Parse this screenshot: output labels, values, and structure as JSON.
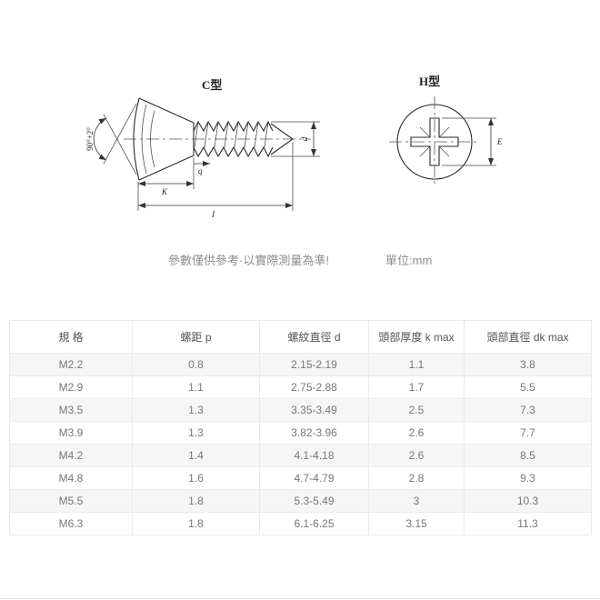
{
  "note": {
    "text": "參數僅供參考·以實際測量為準!",
    "unit": "單位:mm"
  },
  "drawing": {
    "c_type_label": "C型",
    "h_type_label": "H型",
    "angle_label": "90°+2°",
    "k_label": "K",
    "q_label": "q",
    "l_label": "l",
    "d_label": "d",
    "e_label": "E"
  },
  "table": {
    "headers": [
      "規 格",
      "螺距 p",
      "螺紋直徑 d",
      "頭部厚度 k max",
      "頭部直徑 dk max"
    ],
    "rows": [
      [
        "M2.2",
        "0.8",
        "2.15-2.19",
        "1.1",
        "3.8"
      ],
      [
        "M2.9",
        "1.1",
        "2.75-2.88",
        "1.7",
        "5.5"
      ],
      [
        "M3.5",
        "1.3",
        "3.35-3.49",
        "2.5",
        "7.3"
      ],
      [
        "M3.9",
        "1.3",
        "3.82-3.96",
        "2.6",
        "7.7"
      ],
      [
        "M4.2",
        "1.4",
        "4.1-4.18",
        "2.6",
        "8.5"
      ],
      [
        "M4.8",
        "1.6",
        "4.7-4.79",
        "2.8",
        "9.3"
      ],
      [
        "M5.5",
        "1.8",
        "5.3-5.49",
        "3",
        "10.3"
      ],
      [
        "M6.3",
        "1.8",
        "6.1-6.25",
        "3.15",
        "11.3"
      ]
    ]
  }
}
